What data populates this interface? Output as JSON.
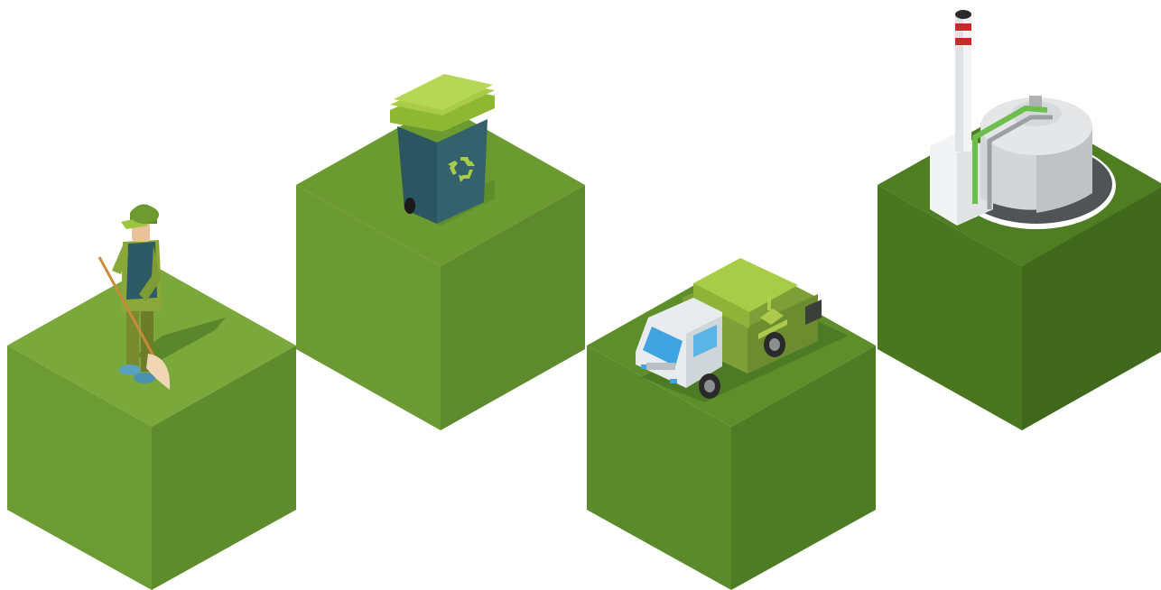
{
  "scene": {
    "background": "#ffffff",
    "steps": [
      {
        "name": "street-sweeper",
        "icon": "sweeper-worker-icon"
      },
      {
        "name": "recycling-bin",
        "icon": "recycle-bin-icon"
      },
      {
        "name": "garbage-truck",
        "icon": "garbage-truck-icon"
      },
      {
        "name": "processing-plant",
        "icon": "waste-plant-icon"
      }
    ],
    "colors": {
      "cube_top_light": "#7aa83a",
      "cube_top_dark": "#5a8a28",
      "cube_left": "#6a9a34",
      "cube_right": "#5a8a2c",
      "cube_dark_top": "#4e7c22",
      "cube_dark_left": "#4a7420",
      "cube_dark_right": "#3f6a1c",
      "bin_body": "#2f5d68",
      "bin_lid": "#9cc43c",
      "truck_cab": "#e9edf0",
      "truck_body": "#8aaa3c",
      "truck_window": "#3fa4df",
      "tank": "#d3d6d8",
      "chimney_stripe": "#d0282a"
    }
  }
}
